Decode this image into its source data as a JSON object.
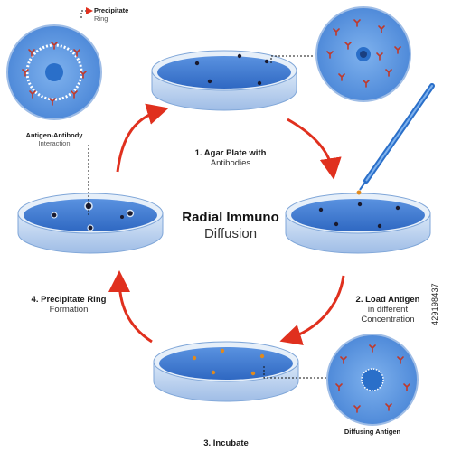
{
  "title": {
    "main": "Radial Immuno",
    "sub": "Diffusion"
  },
  "steps": [
    {
      "number_title": "1. Agar Plate with",
      "detail": "Antibodies"
    },
    {
      "number_title": "2. Load Antigen",
      "detail_line1": "in different",
      "detail_line2": "Concentration"
    },
    {
      "number_title": "3. Incubate"
    },
    {
      "number_title": "4. Precipitate Ring",
      "detail": "Formation"
    }
  ],
  "insets": {
    "precipitate": {
      "title": "Precipitate",
      "sub": "Ring"
    },
    "interaction": {
      "title": "Antigen-Antibody",
      "sub": "Interaction"
    },
    "diffusing": {
      "title": "Diffusing Antigen"
    }
  },
  "stock_id": "429198437",
  "colors": {
    "agar": "#3f7fd6",
    "agar_light": "#6fa3e8",
    "rim": "#cfe0f5",
    "arrow": "#e0301e",
    "antibody": "#c0392b",
    "antigen_dot": "#1a1a2e",
    "incubate_dot": "#e08a1e",
    "pipette": "#2a6fc9"
  }
}
